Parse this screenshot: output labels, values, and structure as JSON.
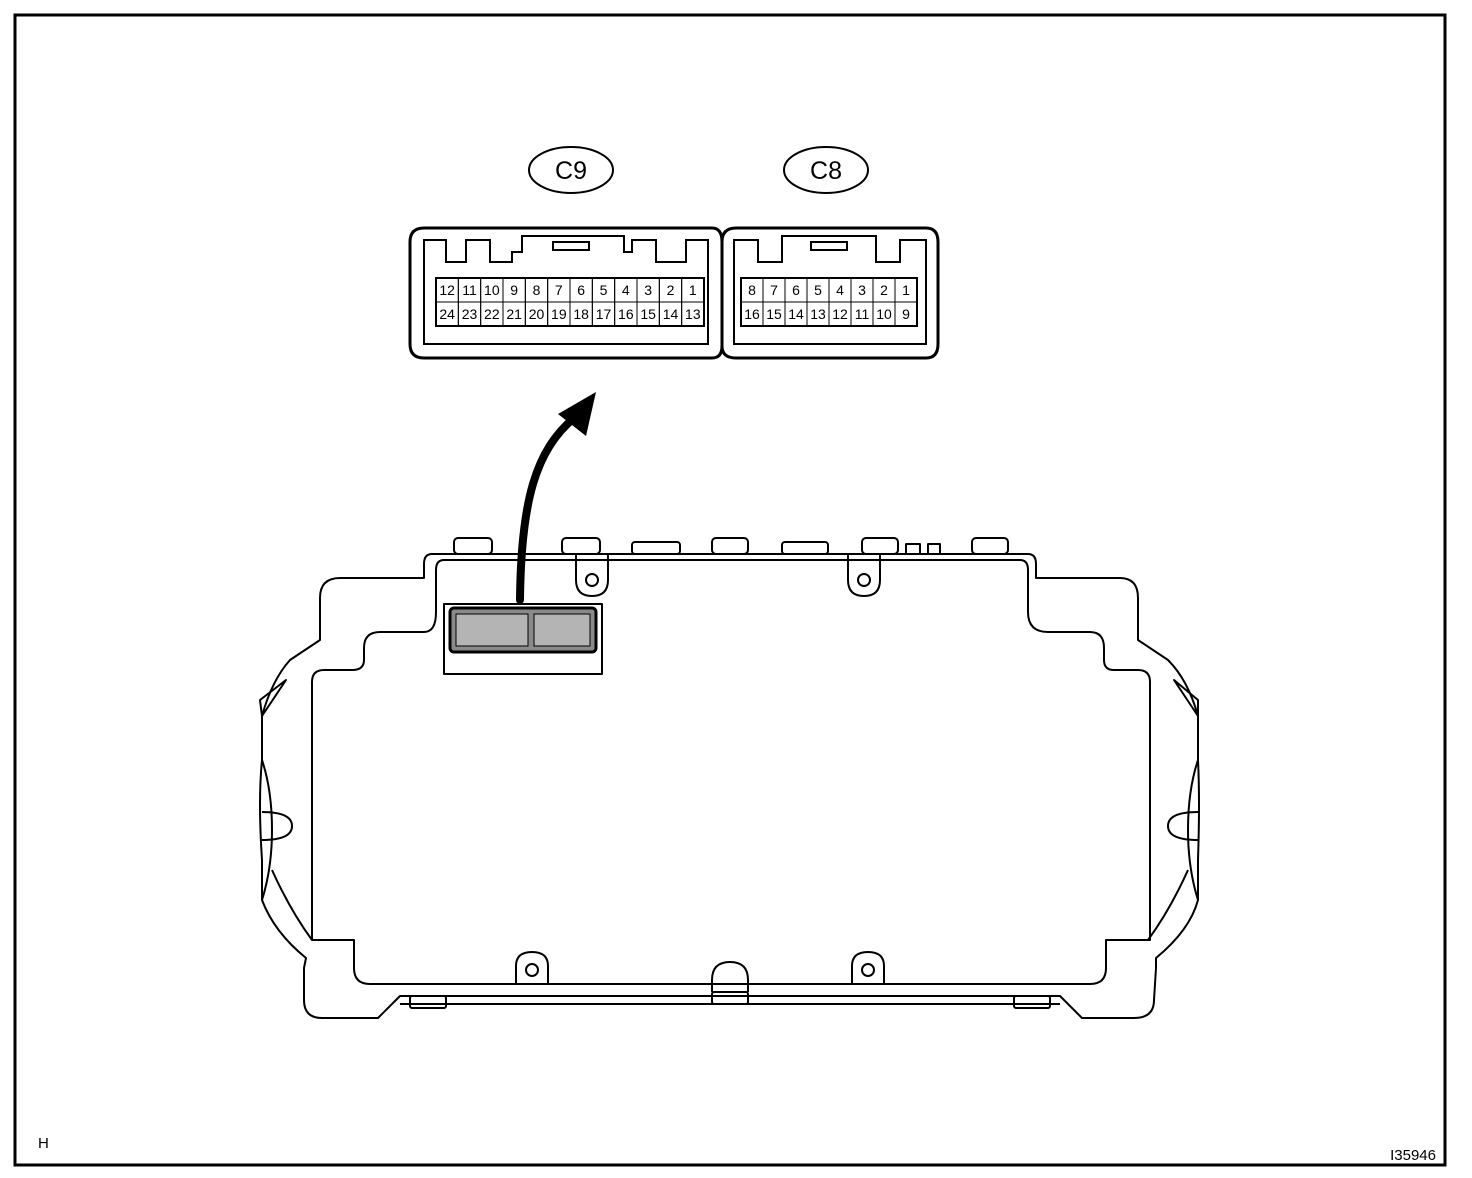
{
  "connectors": [
    {
      "label": "C9",
      "top_pins": [
        "12",
        "11",
        "10",
        "9",
        "8",
        "7",
        "6",
        "5",
        "4",
        "3",
        "2",
        "1"
      ],
      "bottom_pins": [
        "24",
        "23",
        "22",
        "21",
        "20",
        "19",
        "18",
        "17",
        "16",
        "15",
        "14",
        "13"
      ]
    },
    {
      "label": "C8",
      "top_pins": [
        "8",
        "7",
        "6",
        "5",
        "4",
        "3",
        "2",
        "1"
      ],
      "bottom_pins": [
        "16",
        "15",
        "14",
        "13",
        "12",
        "11",
        "10",
        "9"
      ]
    }
  ],
  "corner_left": "H",
  "figure_id": "I35946",
  "colors": {
    "line": "#000000",
    "background": "#ffffff",
    "connector_fill": "#8a8a8a"
  }
}
